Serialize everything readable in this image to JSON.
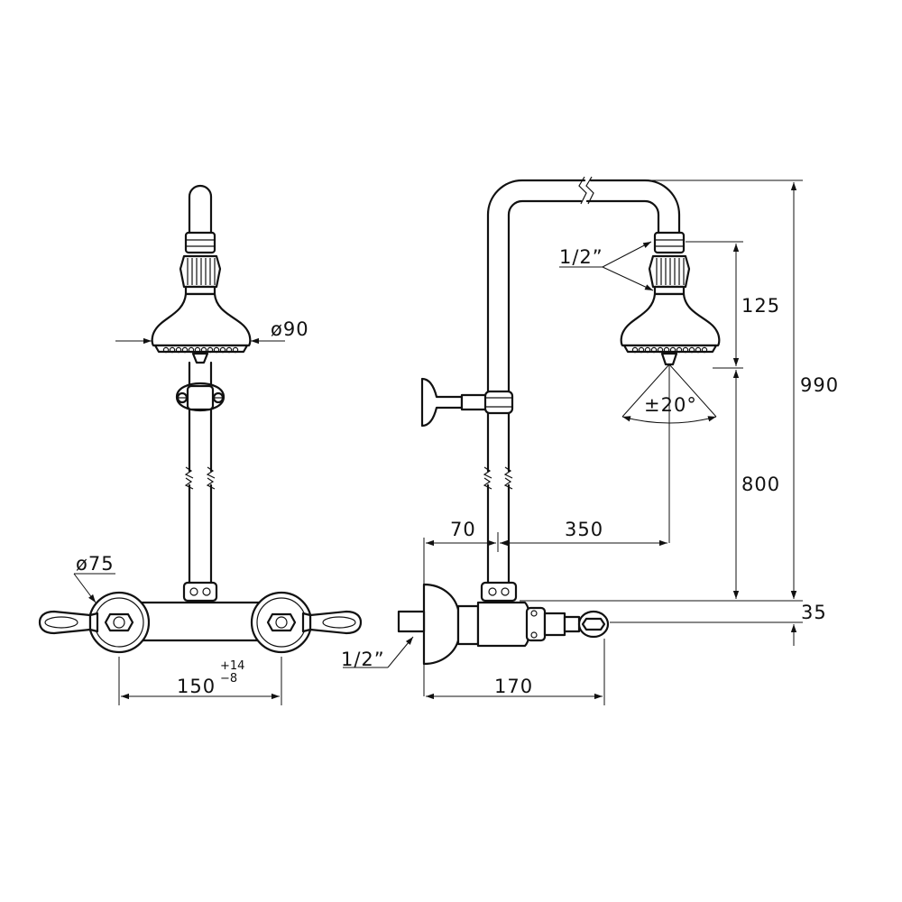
{
  "labels": {
    "front_head_diameter": "ø90",
    "front_handle_diameter": "ø75",
    "front_center_distance": "150",
    "tolerance_plus": "+14",
    "tolerance_minus": "−8",
    "side_head_thread": "1/2”",
    "side_head_height": "125",
    "side_total_height": "990",
    "side_tilt_angle": "±20°",
    "side_arm_height": "800",
    "side_wall_offset": "70",
    "side_arm_reach": "350",
    "side_inlet_height": "35",
    "side_inlet_thread": "1/2”",
    "side_body_depth": "170"
  }
}
